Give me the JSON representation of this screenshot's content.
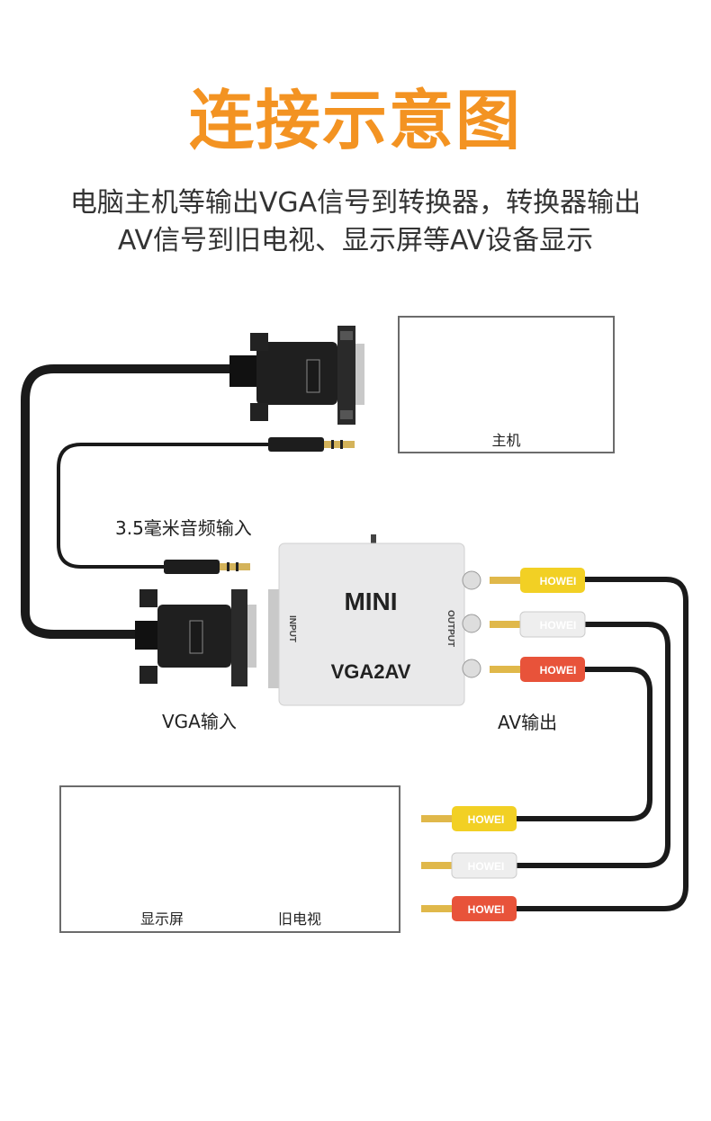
{
  "title": "连接示意图",
  "subtitle_line1": "电脑主机等输出VGA信号到转换器，转换器输出",
  "subtitle_line2": "AV信号到旧电视、显示屏等AV设备显示",
  "labels": {
    "host": "主机",
    "audio_input": "3.5毫米音频输入",
    "vga_input": "VGA输入",
    "av_output": "AV输出",
    "monitor": "显示屏",
    "old_tv": "旧电视"
  },
  "device": {
    "name": "MINI",
    "model": "VGA2AV",
    "input_label": "INPUT",
    "output_label": "OUTPUT"
  },
  "brand": "HOWEI",
  "colors": {
    "title": "#f39322",
    "rca_yellow": "#f2d024",
    "rca_white": "#eeeeee",
    "rca_red": "#e8533a",
    "cable": "#1a1a1a"
  }
}
